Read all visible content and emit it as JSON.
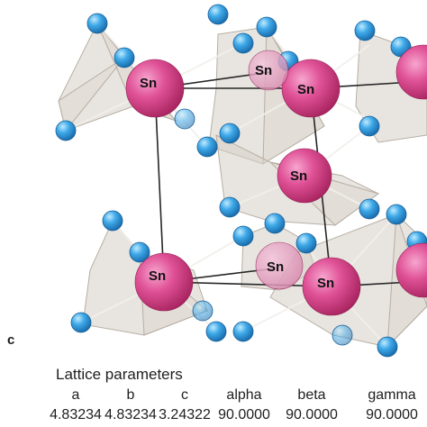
{
  "structure": {
    "atom_label": "Sn"
  },
  "panel_label": "c",
  "lattice": {
    "title": "Lattice parameters",
    "headers": [
      "a",
      "b",
      "c",
      "alpha",
      "beta",
      "gamma"
    ],
    "values": [
      "4.83234",
      "4.83234",
      "3.24322",
      "90.0000",
      "90.0000",
      "90.0000"
    ]
  },
  "colors": {
    "sn_atom": "#d63a86",
    "o_atom": "#3aa7e6",
    "polyhedron": "#d9d2c8",
    "cell_edge": "#222222"
  }
}
